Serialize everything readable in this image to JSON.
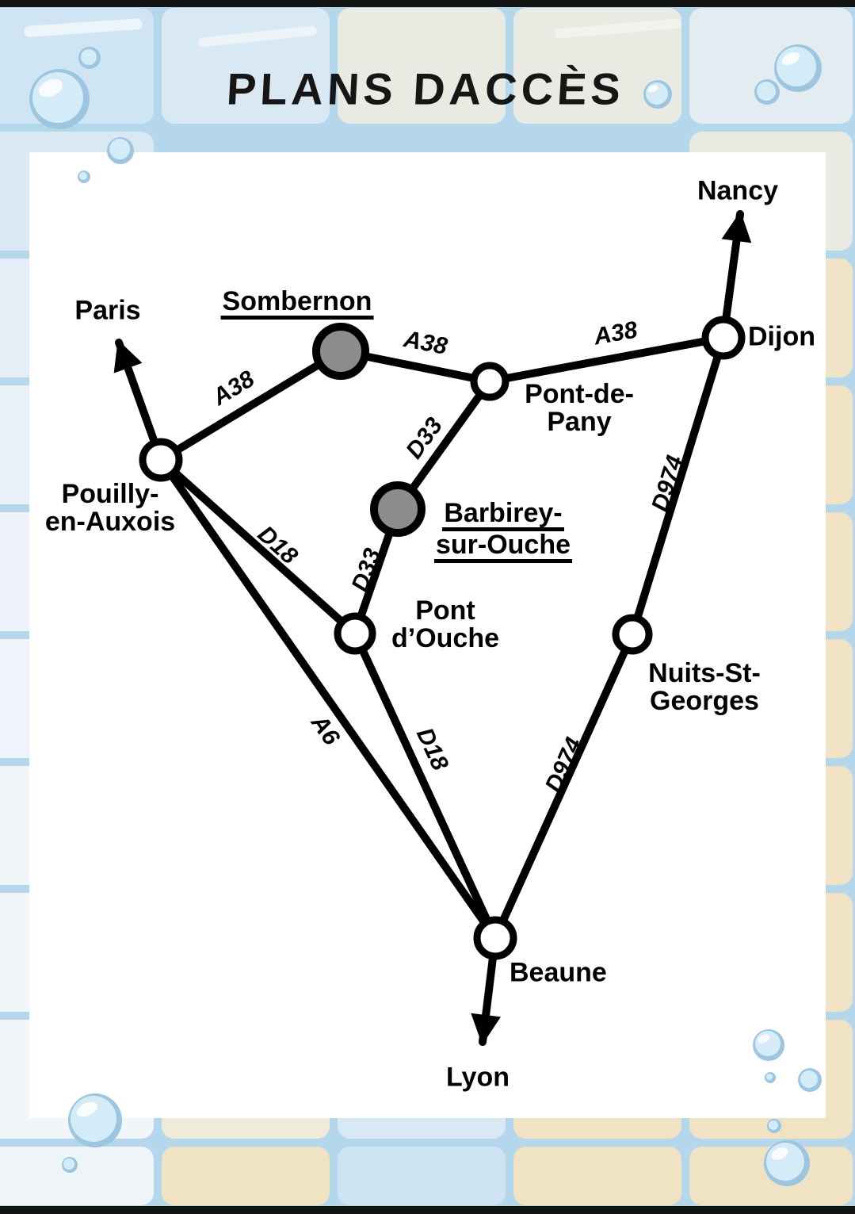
{
  "title": "PLANS DACCÈS",
  "map": {
    "towns": {
      "pouilly": {
        "line1": "Pouilly-",
        "line2": "en-Auxois"
      },
      "sombernon": {
        "line1": "Sombernon"
      },
      "pont_de_pany": {
        "line1": "Pont-de-",
        "line2": "Pany"
      },
      "dijon": {
        "line1": "Dijon"
      },
      "barbirey": {
        "line1": "Barbirey-",
        "line2": "sur-Ouche"
      },
      "pont_douche": {
        "line1": "Pont",
        "line2": "d’Ouche"
      },
      "nuits": {
        "line1": "Nuits-St-",
        "line2": "Georges"
      },
      "beaune": {
        "line1": "Beaune"
      }
    },
    "destinations": {
      "paris": "Paris",
      "nancy": "Nancy",
      "lyon": "Lyon"
    },
    "roads": {
      "a38_pouilly_sombernon": "A38",
      "a38_sombernon_pontdepany": "A38",
      "a38_pontdepany_dijon": "A38",
      "d33_pontdepany_barbirey": "D33",
      "d33_barbirey_pontdouche": "D33",
      "d18_pouilly_pontdouche": "D18",
      "d18_pontdouche_beaune": "D18",
      "a6_pouilly_beaune": "A6",
      "d974_dijon_nuits": "D974",
      "d974_nuits_beaune": "D974"
    }
  },
  "colors": {
    "road": "#000000",
    "highlighted_town_fill": "#8c8c8c",
    "panel": "#ffffff",
    "tile_blue": "#cfe5f3",
    "tile_beige": "#f0e3c4",
    "tile_green": "#e9eae1",
    "grout": "#b5d7ec",
    "bubble_rim": "#9cc6e0",
    "bubble_fill": "#d4ebf8"
  }
}
